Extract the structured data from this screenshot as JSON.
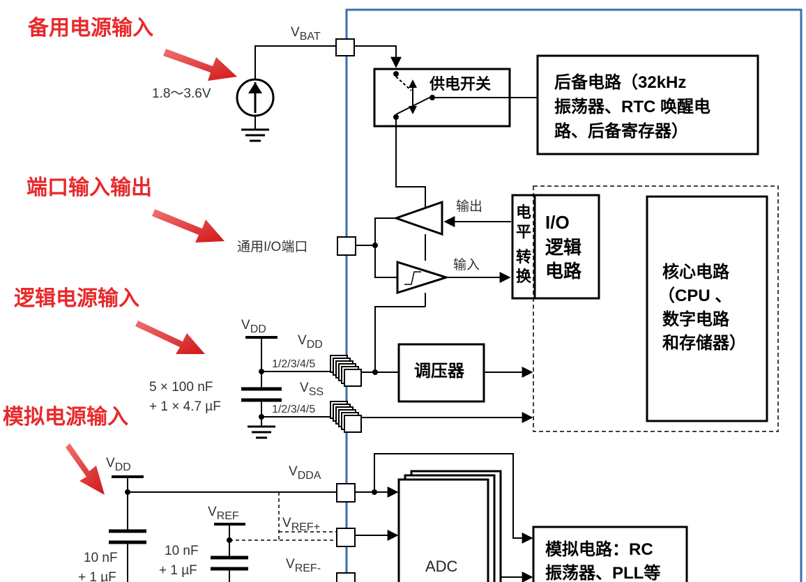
{
  "annotations": {
    "backup_power": "备用电源输入",
    "port_io": "端口输入输出",
    "logic_power": "逻辑电源输入",
    "analog_power": "模拟电源输入"
  },
  "pins": {
    "vbat": {
      "main": "V",
      "sub": "BAT"
    },
    "vdd_top": {
      "main": "V",
      "sub": "DD"
    },
    "vdd_pin": {
      "main": "V",
      "sub": "DD"
    },
    "vdd_numbers": "1/2/3/4/5",
    "vss_pin": {
      "main": "V",
      "sub": "SS"
    },
    "vss_numbers": "1/2/3/4/5",
    "vdd_analog": {
      "main": "V",
      "sub": "DD"
    },
    "vdda": {
      "main": "V",
      "sub": "DDA"
    },
    "vref": {
      "main": "V",
      "sub": "REF"
    },
    "vref_plus": {
      "main": "V",
      "sub": "REF+"
    },
    "vref_minus": {
      "main": "V",
      "sub": "REF-"
    }
  },
  "components": {
    "battery_range": "1.8～3.6V",
    "gpio_label": "通用I/O端口",
    "decoupling_1": "5 × 100 nF",
    "decoupling_2": "+ 1 × 4.7 µF",
    "cap_a_1": "10 nF",
    "cap_a_2": "+ 1 µF",
    "cap_b_1": "10 nF",
    "cap_b_2": "+ 1 µF"
  },
  "blocks": {
    "power_switch": "供电开关",
    "backup_circuit": [
      "后备电路（32kHz",
      "振荡器、RTC 唤醒电",
      "路、后备寄存器）"
    ],
    "output_label": "输出",
    "input_label": "输入",
    "level_shift": [
      "电",
      "平",
      "转",
      "换"
    ],
    "io_logic": [
      "I/O",
      "逻辑",
      "电路"
    ],
    "core": [
      "核心电路",
      "（CPU 、",
      "数字电路",
      "和存储器）"
    ],
    "regulator": "调压器",
    "adc": "ADC",
    "analog": [
      "模拟电路：RC",
      "振荡器、PLL等"
    ]
  },
  "colors": {
    "annotation": "#e8292b",
    "chip_border": "#3a6fb0",
    "line": "#000000"
  }
}
